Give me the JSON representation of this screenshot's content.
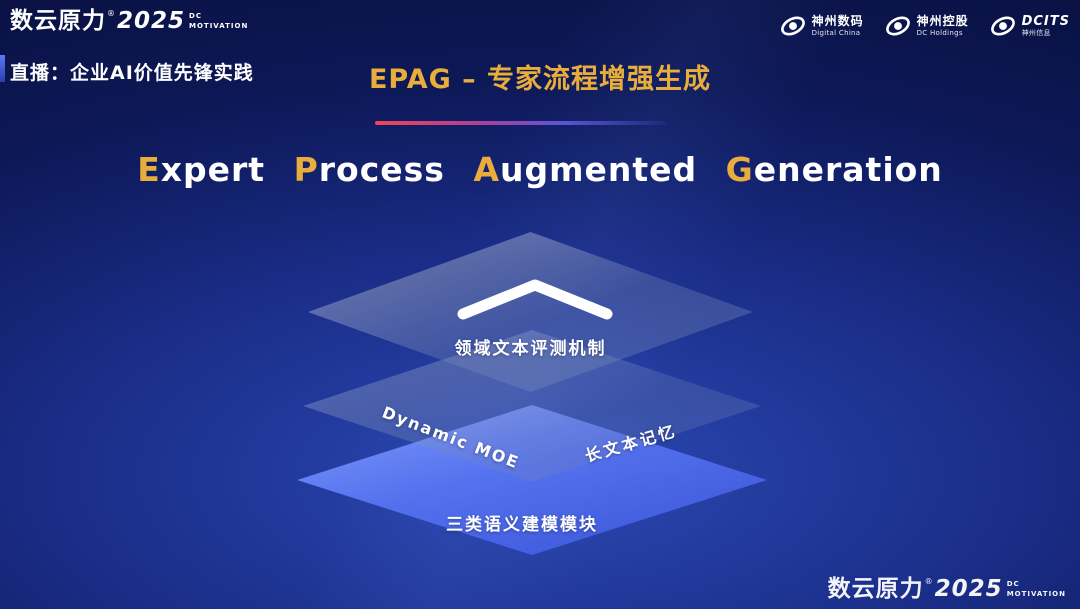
{
  "brand": {
    "name": "数云原力",
    "reg": "®",
    "year": "2025",
    "dc": "DC",
    "motivation": "MOTIVATION"
  },
  "header": {
    "live_label": "直播：企业AI价值先锋实践",
    "title": "EPAG – 专家流程增强生成"
  },
  "partners": [
    {
      "cn": "神州数码",
      "en": "Digital China"
    },
    {
      "cn": "神州控股",
      "en": "DC Holdings"
    },
    {
      "cn": "DCITS",
      "en": "神州信息"
    }
  ],
  "subtitle": {
    "words": [
      {
        "head": "E",
        "tail": "xpert"
      },
      {
        "head": "P",
        "tail": "rocess"
      },
      {
        "head": "A",
        "tail": "ugmented"
      },
      {
        "head": "G",
        "tail": "eneration"
      }
    ]
  },
  "diagram": {
    "top_layer_label": "领域文本评测机制",
    "middle_layer_left_label": "Dynamic  MOE",
    "middle_layer_right_label": "长文本记忆",
    "bottom_layer_label": "三类语义建模模块"
  },
  "colors": {
    "accent_gold": "#e9ad3b",
    "divider_red": "#ef4553",
    "layer_blue": "#5875f2",
    "background_navy": "#0d1857"
  }
}
